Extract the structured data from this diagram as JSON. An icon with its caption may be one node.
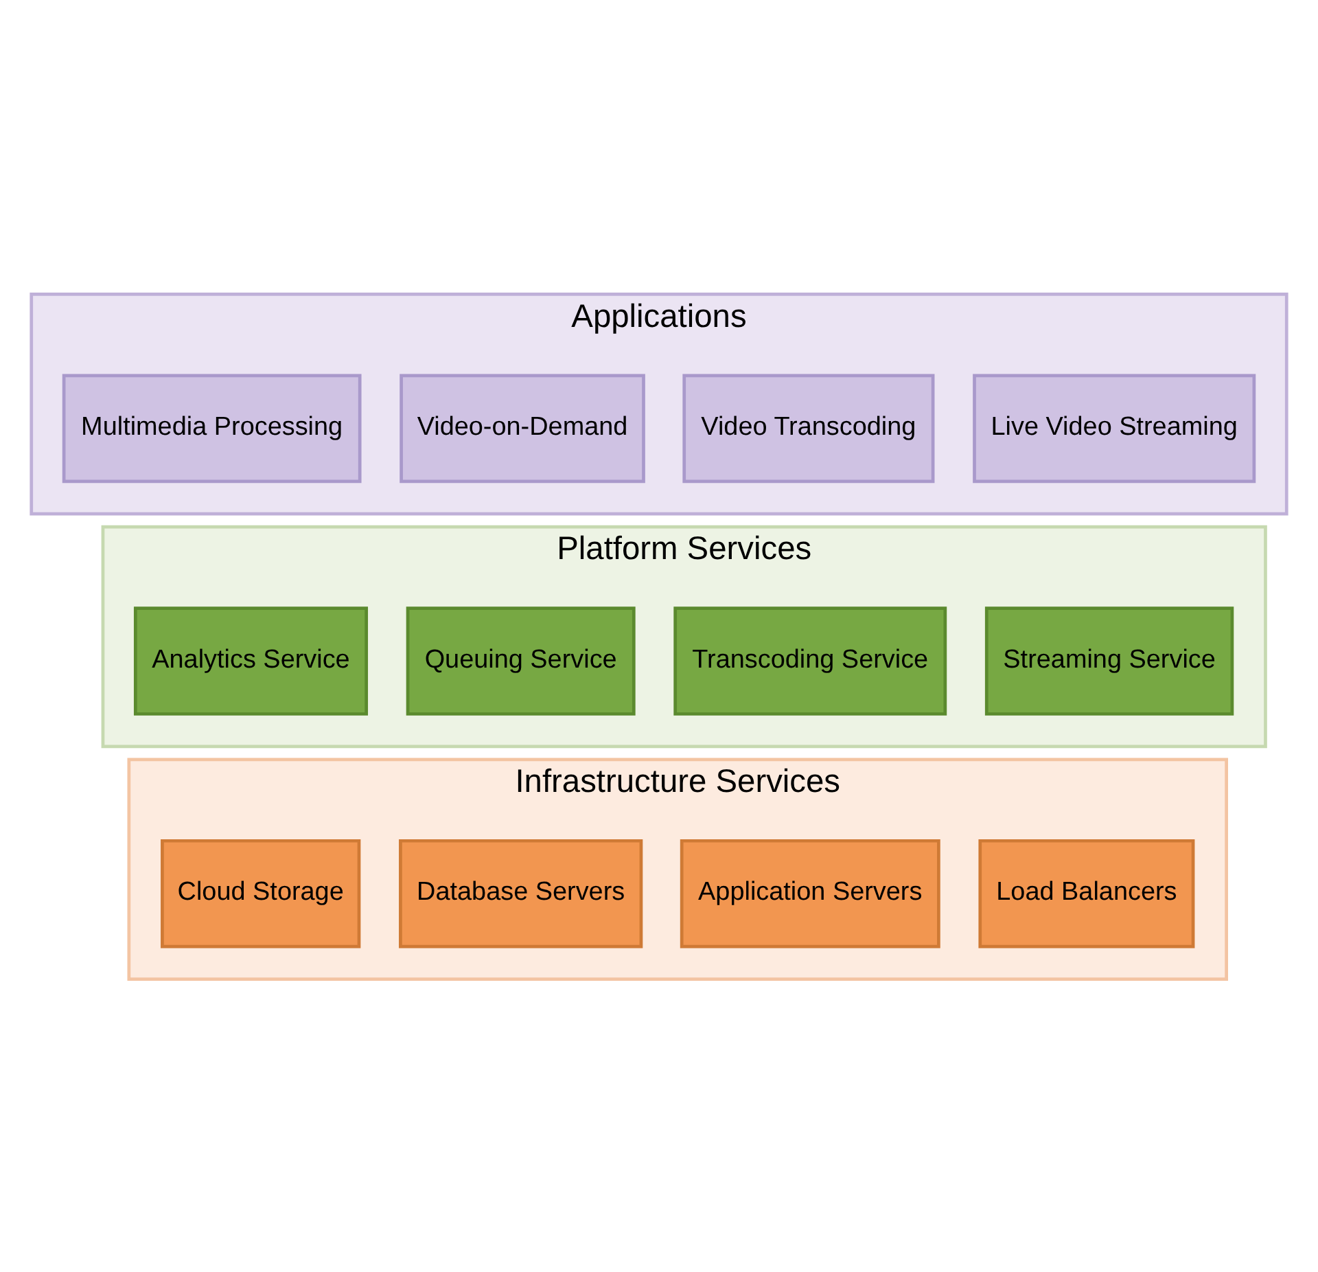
{
  "diagram": {
    "nodes": [
      {
        "text": [
          "Applications"
        ]
      },
      {
        "text": [
          "Live Video Streaming"
        ],
        "in": 0
      },
      {
        "text": [
          "Video Transcoding"
        ],
        "in": 0
      },
      {
        "text": [
          "Video-on-Demand"
        ],
        "in": 0
      },
      {
        "text": [
          "Multimedia Processing"
        ],
        "in": 0
      },
      {
        "text": [
          "Platform Services"
        ]
      },
      {
        "text": [
          "Streaming Service"
        ],
        "in": 5
      },
      {
        "text": [
          "Transcoding Service"
        ],
        "in": 5
      },
      {
        "text": [
          "Queuing Service"
        ],
        "in": 5
      },
      {
        "text": [
          "Analytics Service"
        ],
        "in": 5
      },
      {
        "text": [
          "Infrastructure Services"
        ]
      },
      {
        "text": [
          "Load Balancers"
        ],
        "in": 10
      },
      {
        "text": [
          "Application Servers"
        ],
        "in": 10
      },
      {
        "text": [
          "Database Servers"
        ],
        "in": 10
      },
      {
        "text": [
          "Cloud Storage"
        ],
        "in": 10
      }
    ],
    "edges": []
  }
}
